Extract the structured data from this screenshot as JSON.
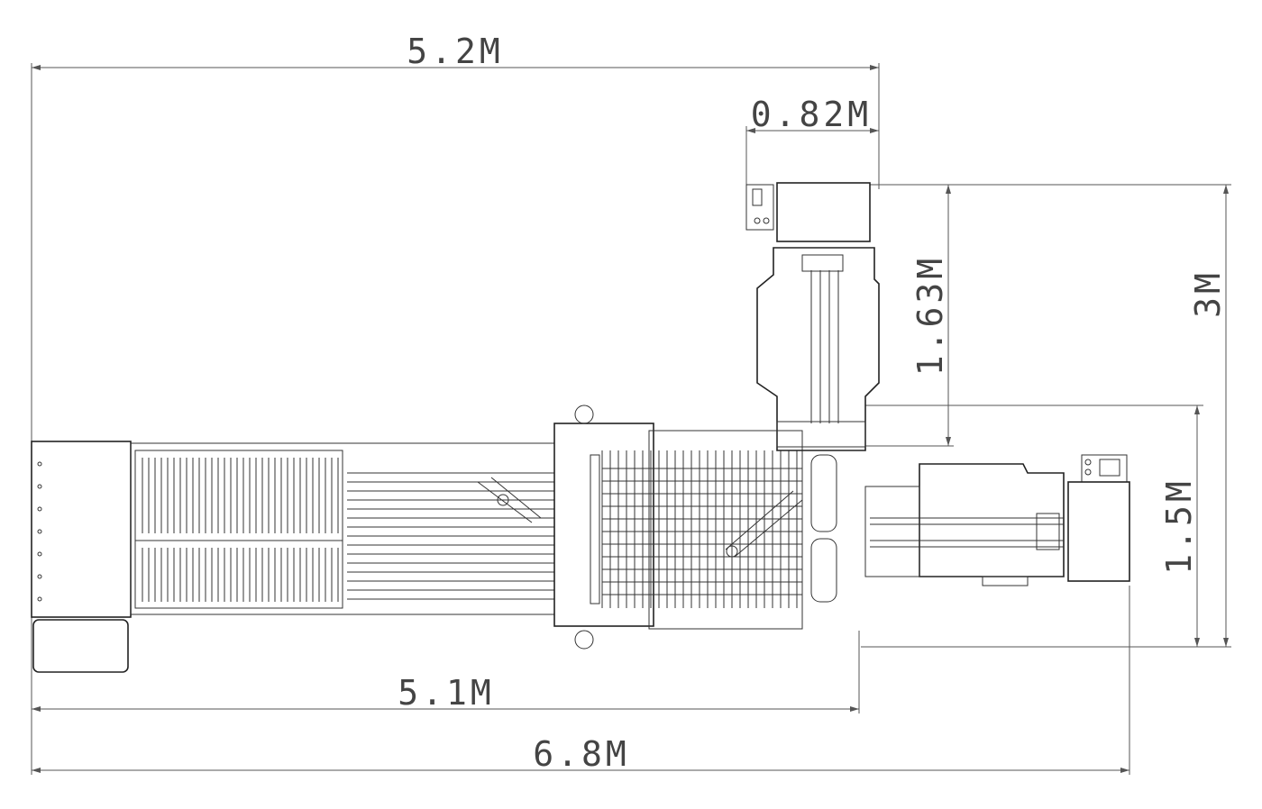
{
  "dimensions": {
    "overall_top_width": "5.2M",
    "tower_width": "0.82M",
    "tower_height": "1.63M",
    "overall_height": "3M",
    "right_unit_height": "1.5M",
    "main_line_length": "5.1M",
    "overall_length": "6.8M"
  }
}
